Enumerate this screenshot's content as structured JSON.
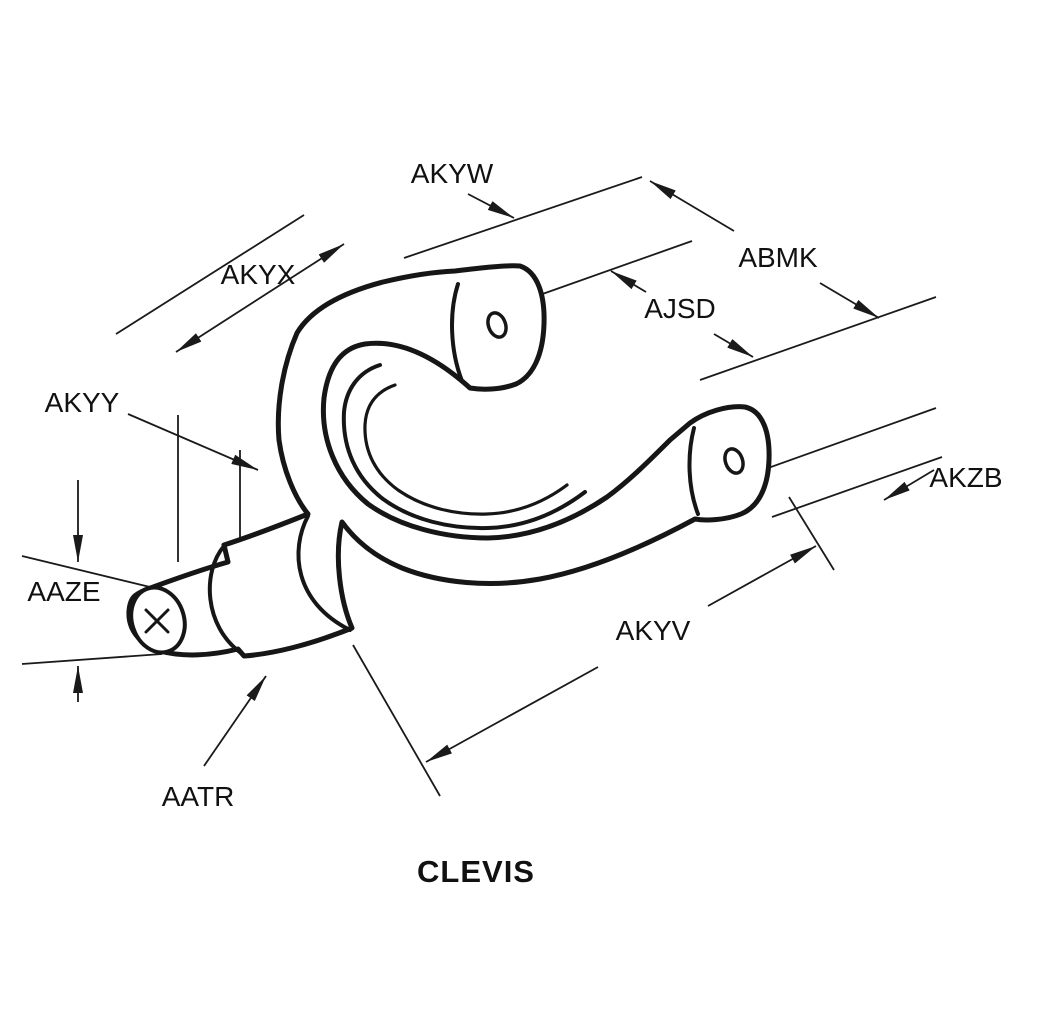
{
  "page": {
    "background": "#ffffff"
  },
  "drawing": {
    "title": "CLEVIS",
    "description": "isometric line drawing of a clevis fastener with dimension callout codes",
    "line_color": "#1a1a1a",
    "labels": {
      "akyw": "AKYW",
      "akyx": "AKYX",
      "abmk": "ABMK",
      "ajsd": "AJSD",
      "akyy": "AKYY",
      "akzb": "AKZB",
      "aaze": "AAZE",
      "akyv": "AKYV",
      "aatr": "AATR"
    }
  }
}
